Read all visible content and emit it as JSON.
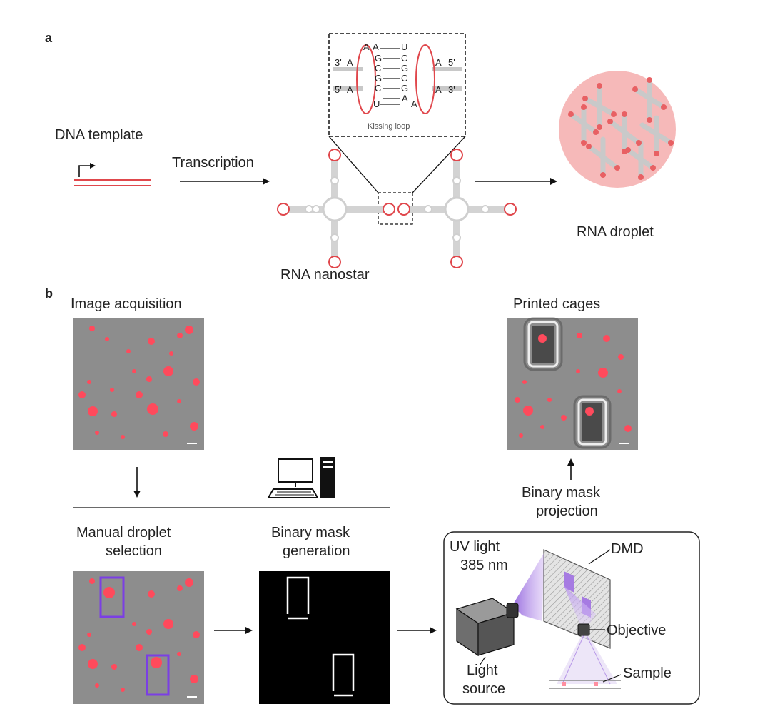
{
  "panel_a": {
    "letter": "a",
    "dna_template": "DNA template",
    "transcription": "Transcription",
    "kissing_loop": "Kissing loop",
    "rna_nanostar": "RNA nanostar",
    "rna_droplet": "RNA droplet",
    "kissing_loop_sequence": {
      "top_left": [
        "A",
        "A",
        "G",
        "C",
        "G",
        "C",
        "U"
      ],
      "top_right": [
        "U",
        "C",
        "G",
        "C",
        "G",
        "A",
        "A"
      ],
      "end_labels": {
        "left_top": "3'",
        "left_top_base": "A",
        "right_top": "5'",
        "right_top_base": "A",
        "left_bottom": "5'",
        "left_bottom_base": "A",
        "right_bottom": "3'",
        "right_bottom_base": "A"
      }
    },
    "colors": {
      "loop_red": "#e0474c",
      "droplet_fill": "#f6b9b9",
      "nanostar_gray": "#cfcfcf"
    }
  },
  "panel_b": {
    "letter": "b",
    "image_acquisition": "Image acquisition",
    "printed_cages": "Printed cages",
    "manual_selection_line1": "Manual droplet",
    "manual_selection_line2": "selection",
    "binary_mask_line1": "Binary mask",
    "binary_mask_line2": "generation",
    "projection_line1": "Binary mask",
    "projection_line2": "projection",
    "uv_light_line1": "UV light",
    "uv_light_line2": "385 nm",
    "dmd": "DMD",
    "objective": "Objective",
    "light_source_line1": "Light",
    "light_source_line2": "source",
    "sample": "Sample",
    "icons": [
      "computer-icon"
    ],
    "colors": {
      "selection_purple": "#7b3fe4",
      "droplet_red": "#ff4a5c",
      "beam_purple": "#a77be0"
    }
  }
}
